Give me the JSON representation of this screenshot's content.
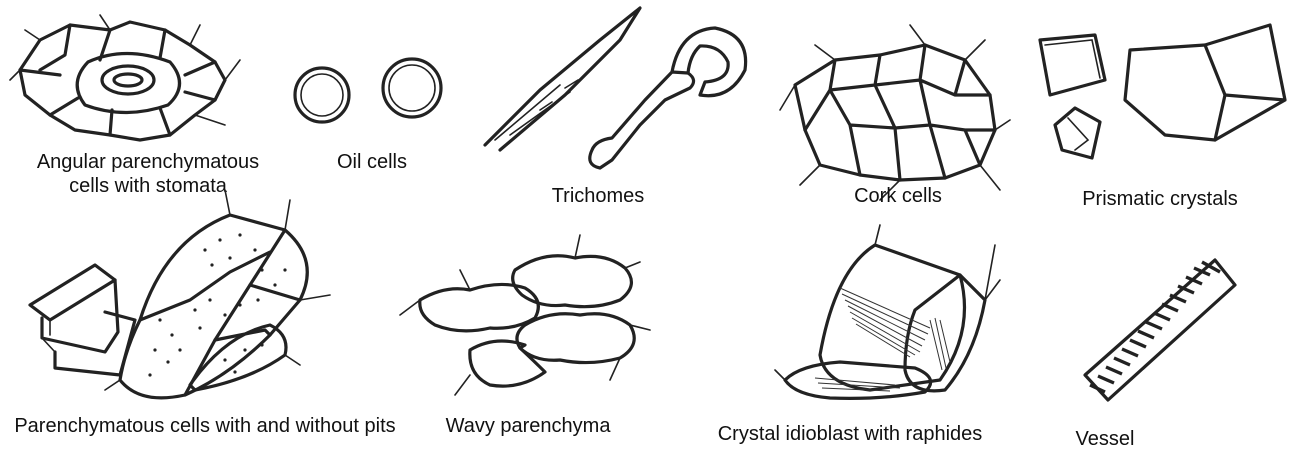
{
  "figure": {
    "labels": {
      "angular_line1": "Angular parenchymatous",
      "angular_line2": "cells with stomata",
      "oil": "Oil cells",
      "trichomes": "Trichomes",
      "cork": "Cork cells",
      "prismatic": "Prismatic crystals",
      "parenchymatous_pits": "Parenchymatous cells with and without pits",
      "wavy": "Wavy parenchyma",
      "idioblast": "Crystal idioblast with raphides",
      "vessel": "Vessel"
    }
  }
}
